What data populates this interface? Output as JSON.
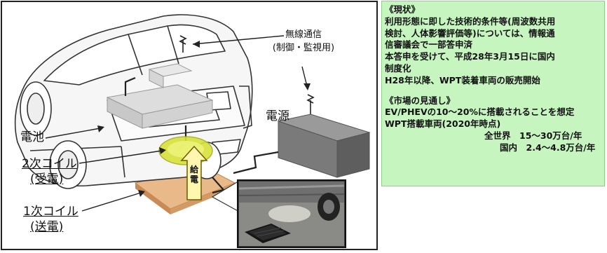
{
  "diagram": {
    "labels": {
      "wireless_comm": "無線通信",
      "wireless_comm_sub": "(制御・監視用)",
      "power_source": "電源",
      "battery": "電池",
      "secondary_coil": "2次コイル",
      "secondary_coil_sub": "(受電)",
      "primary_coil": "1次コイル",
      "primary_coil_sub": "(送電)",
      "power_feed": "給電"
    },
    "colors": {
      "coil_glow": "#d8e23a",
      "primary_pad": "#e9b98a",
      "arrow_fill": "#fff6b0",
      "power_box": "#7a7a7a"
    }
  },
  "info": {
    "status_heading": "《現状》",
    "status_lines": [
      "利用形態に即した技術的条件等(周波数共用",
      "検討、人体影響評価等)については、情報通",
      "信審議会で一部答申済",
      "本答申を受けて、平成28年3月15日に国内",
      "制度化",
      "H28年以降、WPT装着車両の販売開始"
    ],
    "market_heading": "《市場の見通し》",
    "market_lines": [
      "EV/PHEVの10～20%に搭載されることを想定",
      "WPT搭載車両(2020年時点)"
    ],
    "market_world": "全世界　15～30万台/年",
    "market_domestic": "国内　2.4～4.8万台/年",
    "bg_color": "#c6f5c0"
  }
}
